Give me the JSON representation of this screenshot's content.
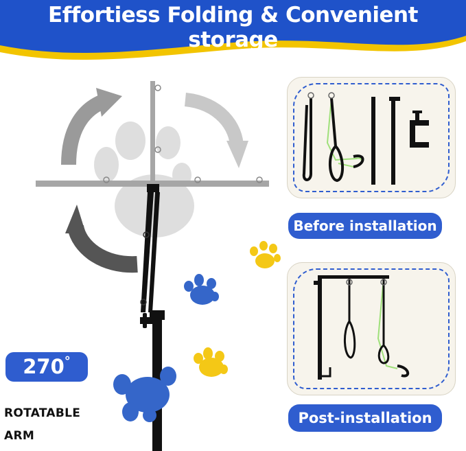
{
  "banner": {
    "title": "Effortiess Folding & Convenient storage",
    "colors": {
      "blue": "#1f52c9",
      "yellow": "#f2c400"
    }
  },
  "labels": {
    "before": "Before installation",
    "post": "Post-installation",
    "rotation_value": "270",
    "rotation_unit": "°",
    "caption_line1": "ROTATABLE",
    "caption_line2": "ARM"
  },
  "icons": [
    "paw-print-icon",
    "rotate-arrow-icon",
    "clamp-icon",
    "grooming-loop-icon"
  ],
  "colors": {
    "accent_blue": "#2f5dcf",
    "paw_yellow": "#f4c816",
    "paw_blue": "#3566c9",
    "arm_gray": "#a0a0a0"
  }
}
